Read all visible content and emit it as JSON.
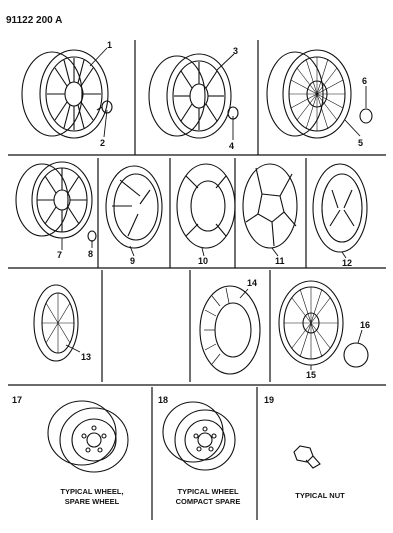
{
  "diagram": {
    "code": "91122 200 A",
    "callouts": [
      "1",
      "2",
      "3",
      "4",
      "5",
      "6",
      "7",
      "8",
      "9",
      "10",
      "11",
      "12",
      "13",
      "14",
      "15",
      "16",
      "17",
      "18",
      "19"
    ],
    "captions": {
      "typical_wheel": [
        "TYPICAL WHEEL,",
        "SPARE WHEEL"
      ],
      "compact_spare": [
        "TYPICAL WHEEL",
        "COMPACT SPARE"
      ],
      "typical_nut": "TYPICAL NUT"
    }
  }
}
